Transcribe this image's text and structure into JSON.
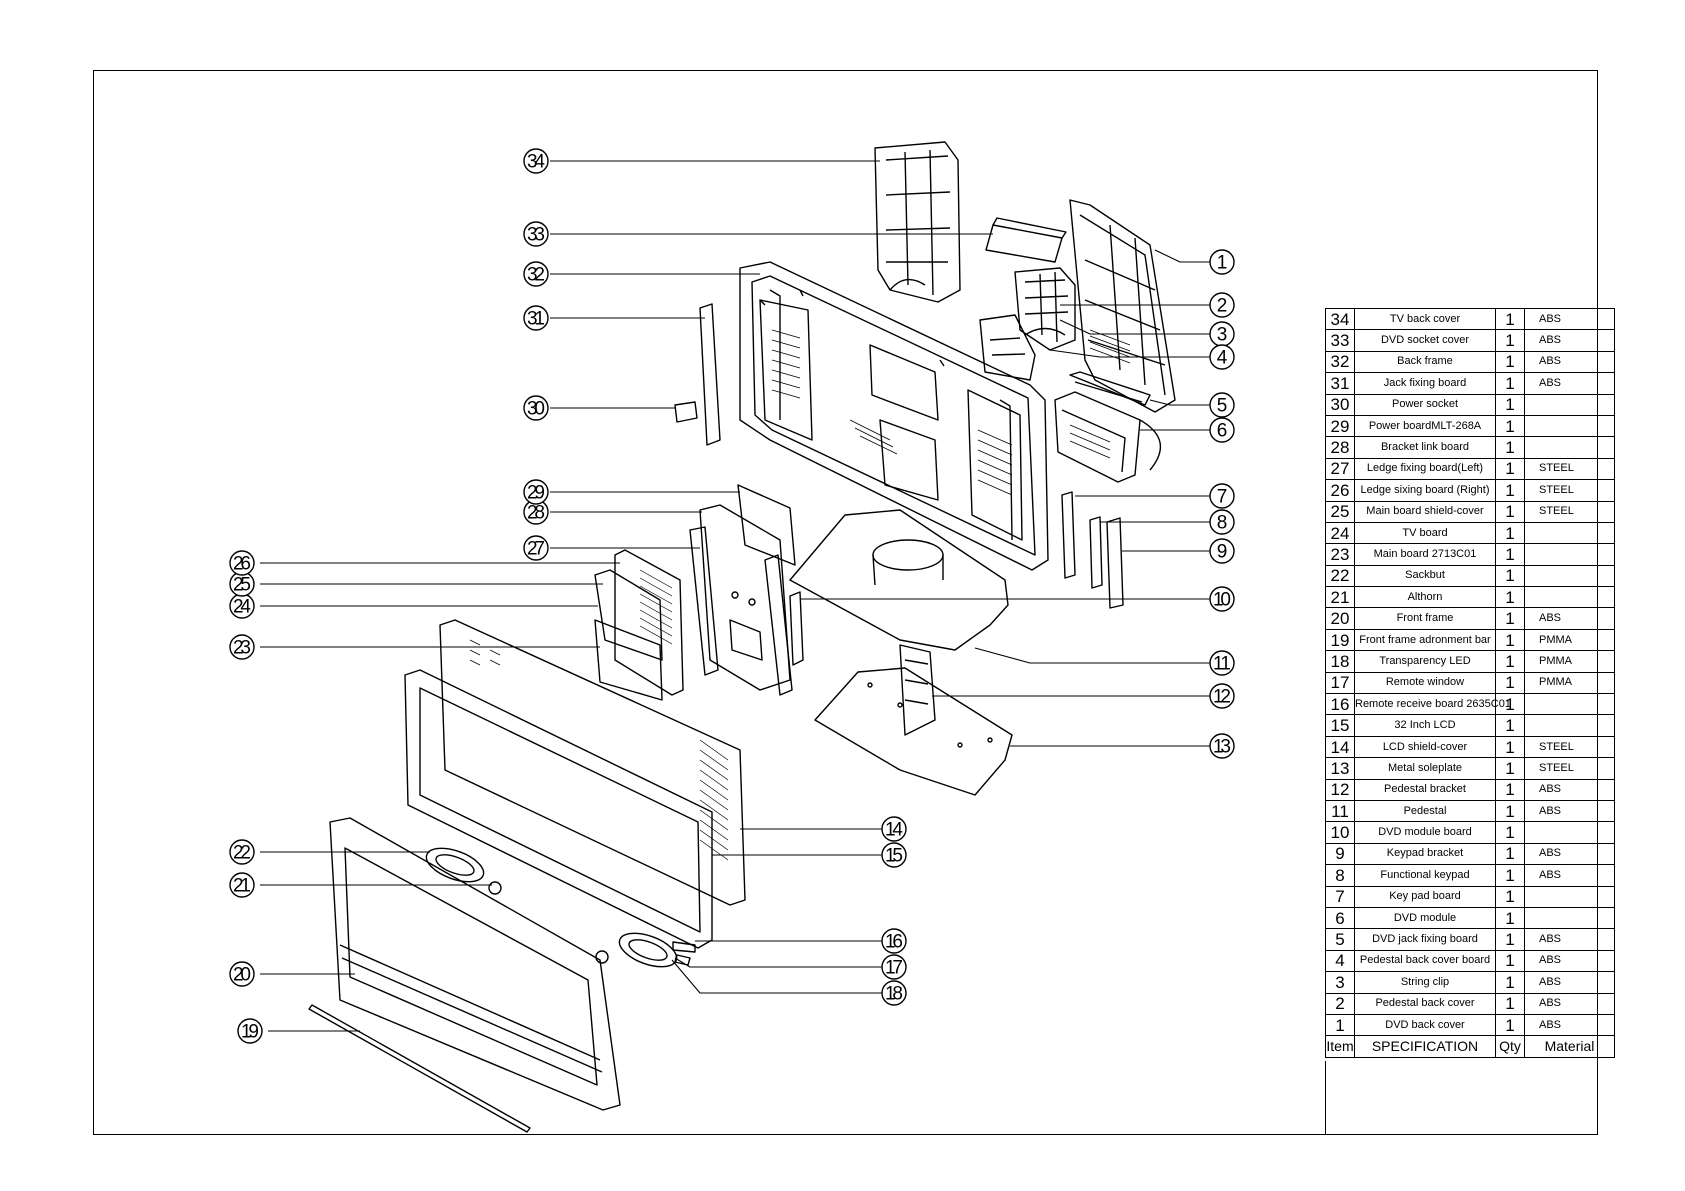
{
  "callouts": [
    "1",
    "2",
    "3",
    "4",
    "5",
    "6",
    "7",
    "8",
    "9",
    "10",
    "11",
    "12",
    "13",
    "14",
    "15",
    "16",
    "17",
    "18",
    "19",
    "20",
    "21",
    "22",
    "23",
    "24",
    "25",
    "26",
    "27",
    "28",
    "29",
    "30",
    "31",
    "32",
    "33",
    "34"
  ],
  "bom": {
    "header": {
      "item": "Item",
      "spec": "SPECIFICATION",
      "qty": "Qty",
      "material": "Material"
    },
    "rows": [
      {
        "item": "34",
        "spec": "TV back cover",
        "qty": "1",
        "material": "ABS"
      },
      {
        "item": "33",
        "spec": "DVD socket cover",
        "qty": "1",
        "material": "ABS"
      },
      {
        "item": "32",
        "spec": "Back frame",
        "qty": "1",
        "material": "ABS"
      },
      {
        "item": "31",
        "spec": "Jack fixing board",
        "qty": "1",
        "material": "ABS"
      },
      {
        "item": "30",
        "spec": "Power socket",
        "qty": "1",
        "material": ""
      },
      {
        "item": "29",
        "spec": "Power boardMLT-268A",
        "qty": "1",
        "material": ""
      },
      {
        "item": "28",
        "spec": "Bracket link board",
        "qty": "1",
        "material": ""
      },
      {
        "item": "27",
        "spec": "Ledge fixing board(Left)",
        "qty": "1",
        "material": "STEEL"
      },
      {
        "item": "26",
        "spec": "Ledge sixing board (Right)",
        "qty": "1",
        "material": "STEEL"
      },
      {
        "item": "25",
        "spec": "Main board shield-cover",
        "qty": "1",
        "material": "STEEL"
      },
      {
        "item": "24",
        "spec": "TV  board",
        "qty": "1",
        "material": ""
      },
      {
        "item": "23",
        "spec": "Main board 2713C01",
        "qty": "1",
        "material": ""
      },
      {
        "item": "22",
        "spec": "Sackbut",
        "qty": "1",
        "material": ""
      },
      {
        "item": "21",
        "spec": "Althorn",
        "qty": "1",
        "material": ""
      },
      {
        "item": "20",
        "spec": "Front frame",
        "qty": "1",
        "material": "ABS"
      },
      {
        "item": "19",
        "spec": "Front frame adronment bar",
        "qty": "1",
        "material": "PMMA"
      },
      {
        "item": "18",
        "spec": "Transparency LED",
        "qty": "1",
        "material": "PMMA"
      },
      {
        "item": "17",
        "spec": "Remote window",
        "qty": "1",
        "material": "PMMA"
      },
      {
        "item": "16",
        "spec": "Remote receive board 2635C01",
        "qty": "1",
        "material": ""
      },
      {
        "item": "15",
        "spec": "32 Inch LCD",
        "qty": "1",
        "material": ""
      },
      {
        "item": "14",
        "spec": "LCD shield-cover",
        "qty": "1",
        "material": "STEEL"
      },
      {
        "item": "13",
        "spec": "Metal soleplate",
        "qty": "1",
        "material": "STEEL"
      },
      {
        "item": "12",
        "spec": "Pedestal bracket",
        "qty": "1",
        "material": "ABS"
      },
      {
        "item": "11",
        "spec": "Pedestal",
        "qty": "1",
        "material": "ABS"
      },
      {
        "item": "10",
        "spec": "DVD module board",
        "qty": "1",
        "material": ""
      },
      {
        "item": "9",
        "spec": "Keypad bracket",
        "qty": "1",
        "material": "ABS"
      },
      {
        "item": "8",
        "spec": "Functional keypad",
        "qty": "1",
        "material": "ABS"
      },
      {
        "item": "7",
        "spec": "Key pad board",
        "qty": "1",
        "material": ""
      },
      {
        "item": "6",
        "spec": "DVD module",
        "qty": "1",
        "material": ""
      },
      {
        "item": "5",
        "spec": "DVD  jack fixing board",
        "qty": "1",
        "material": "ABS"
      },
      {
        "item": "4",
        "spec": "Pedestal back cover board",
        "qty": "1",
        "material": "ABS"
      },
      {
        "item": "3",
        "spec": "String clip",
        "qty": "1",
        "material": "ABS"
      },
      {
        "item": "2",
        "spec": "Pedestal back cover",
        "qty": "1",
        "material": "ABS"
      },
      {
        "item": "1",
        "spec": "DVD back cover",
        "qty": "1",
        "material": "ABS"
      }
    ]
  }
}
